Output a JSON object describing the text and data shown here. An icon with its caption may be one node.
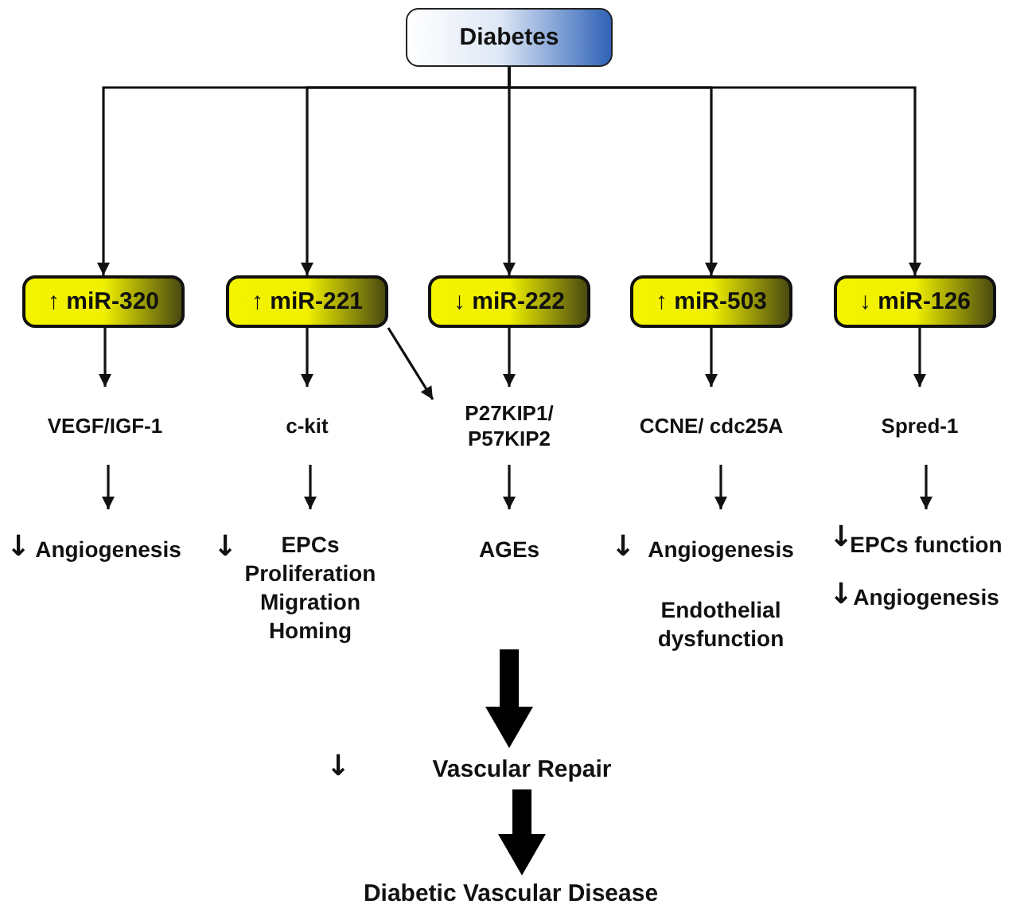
{
  "diagram": {
    "nodes": [
      {
        "text": [
          "Diabetes"
        ]
      },
      {
        "text": [
          "↑ miR-320"
        ]
      },
      {
        "text": [
          "↑ miR-221"
        ]
      },
      {
        "text": [
          "↓ miR-222"
        ]
      },
      {
        "text": [
          "↑ miR-503"
        ]
      },
      {
        "text": [
          "↓ miR-126"
        ]
      },
      {
        "text": [
          "VEGF/IGF-1"
        ]
      },
      {
        "text": [
          "c-kit"
        ]
      },
      {
        "text": [
          "P27KIP1/ P57KIP2"
        ]
      },
      {
        "text": [
          "CCNE/ cdc25A"
        ]
      },
      {
        "text": [
          "Spred-1"
        ]
      },
      {
        "text": [
          "Angiogenesis"
        ],
        "beside": [
          "↓"
        ]
      },
      {
        "text": [
          "EPCs",
          "Proliferation",
          "Migration",
          "Homing"
        ],
        "beside": [
          "↓"
        ]
      },
      {
        "text": [
          "AGEs"
        ]
      },
      {
        "text": [
          "Angiogenesis"
        ],
        "beside": [
          "↓"
        ]
      },
      {
        "text": [
          "Endothelial dysfunction"
        ]
      },
      {
        "text": [
          "EPCs function"
        ],
        "beside": [
          "↓"
        ]
      },
      {
        "text": [
          "Angiogenesis"
        ],
        "beside": [
          "↓"
        ]
      },
      {
        "text": [
          "Vascular Repair"
        ],
        "beside": [
          "↓"
        ]
      },
      {
        "text": [
          "Diabetic Vascular Disease"
        ]
      }
    ],
    "edges": [
      {
        "from": 0,
        "to": 1,
        "arrow": "to"
      },
      {
        "from": 0,
        "to": 2,
        "arrow": "to"
      },
      {
        "from": 0,
        "to": 3,
        "arrow": "to"
      },
      {
        "from": 0,
        "to": 4,
        "arrow": "to"
      },
      {
        "from": 0,
        "to": 5,
        "arrow": "to"
      },
      {
        "from": 1,
        "to": 6,
        "arrow": "to"
      },
      {
        "from": 2,
        "to": 7,
        "arrow": "to"
      },
      {
        "from": 2,
        "to": 8,
        "arrow": "to"
      },
      {
        "from": 3,
        "to": 8,
        "arrow": "to"
      },
      {
        "from": 4,
        "to": 9,
        "arrow": "to"
      },
      {
        "from": 5,
        "to": 10,
        "arrow": "to"
      },
      {
        "from": 6,
        "to": 11,
        "arrow": "to"
      },
      {
        "from": 7,
        "to": 12,
        "arrow": "to"
      },
      {
        "from": 8,
        "to": 13,
        "arrow": "to"
      },
      {
        "from": 9,
        "to": 14,
        "arrow": "to"
      },
      {
        "from": 10,
        "to": 16,
        "arrow": "to"
      },
      {
        "from": null,
        "to": 18,
        "arrow": "to",
        "style": "thick"
      },
      {
        "from": 18,
        "to": 19,
        "arrow": "to",
        "style": "thick"
      }
    ]
  }
}
